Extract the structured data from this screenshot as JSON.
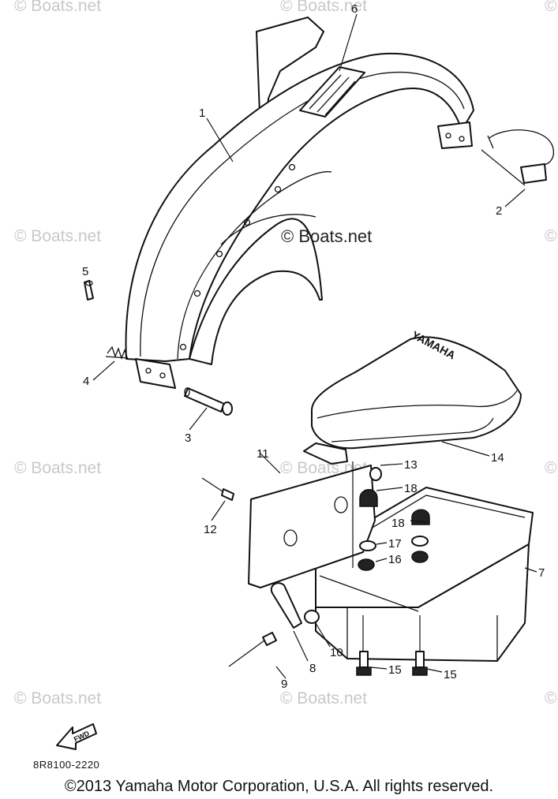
{
  "watermark": "© Boats.net",
  "center_watermark": "© Boats.net",
  "callouts": [
    "1",
    "2",
    "3",
    "4",
    "5",
    "6",
    "7",
    "8",
    "9",
    "10",
    "11",
    "12",
    "13",
    "14",
    "15",
    "15",
    "16",
    "17",
    "18",
    "18"
  ],
  "fwd_label": "FWD",
  "emblem_text": "YAMAHA",
  "reference_code": "8R8100-2220",
  "copyright": "©2013 Yamaha Motor Corporation, U.S.A. All rights reserved."
}
